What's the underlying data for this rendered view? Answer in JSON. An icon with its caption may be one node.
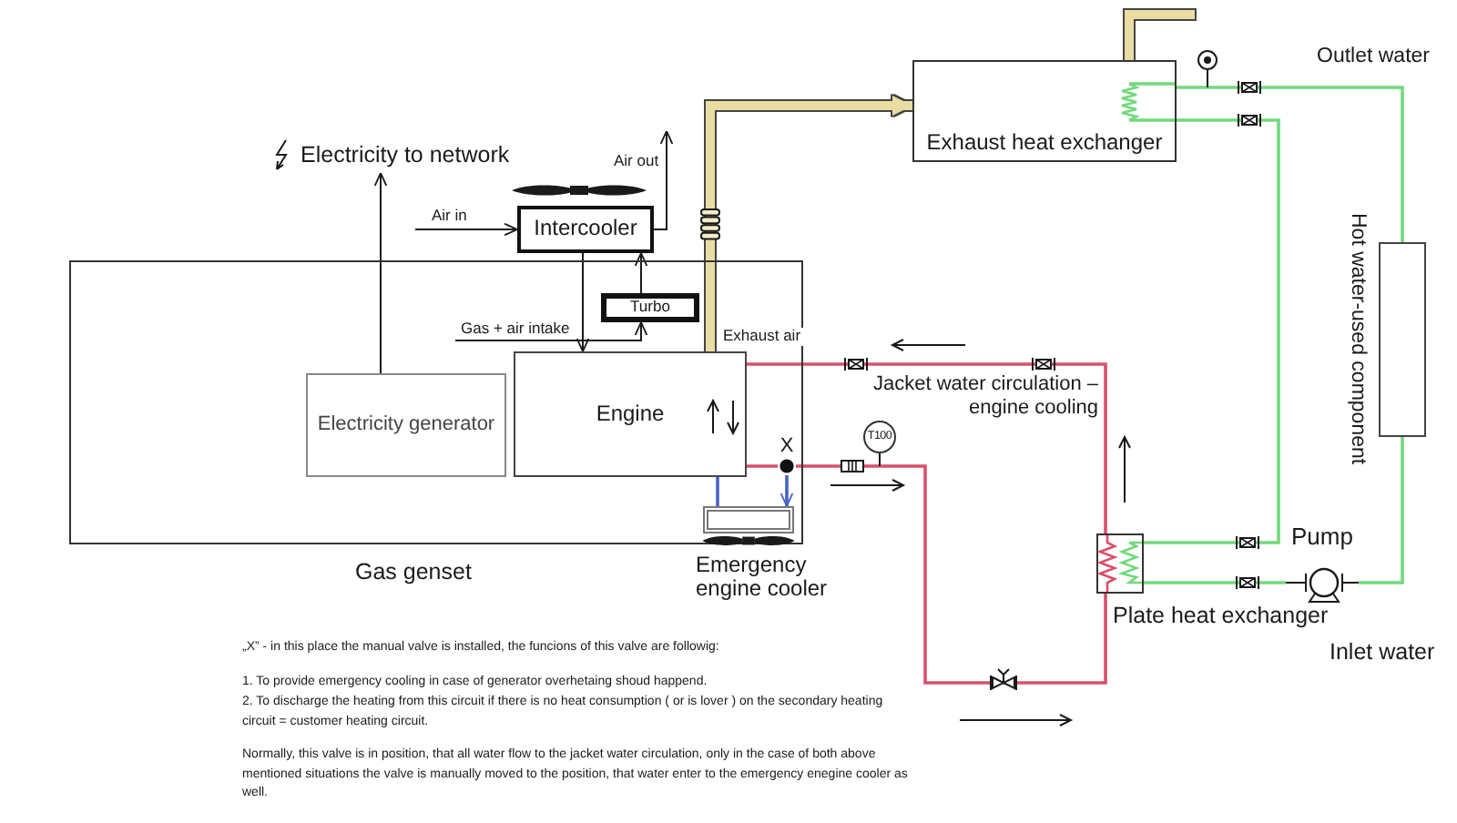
{
  "diagram": {
    "nodes": [
      {
        "text": [
          "Exhaust heat exchanger"
        ]
      },
      {
        "text": [
          "Electricity to network"
        ]
      },
      {
        "text": [
          "Intercooler"
        ]
      },
      {
        "text": [
          "Gas genset"
        ]
      },
      {
        "text": [
          "Turbo"
        ],
        "in": 3
      },
      {
        "text": [
          "Electricity generator"
        ],
        "in": 3
      },
      {
        "text": [
          "Engine"
        ],
        "in": 3
      },
      {
        "text": [
          "X"
        ],
        "in": 3
      },
      {
        "text": [
          "T100"
        ]
      },
      {
        "text": [
          "Emergency engine cooler"
        ],
        "in": 3
      },
      {
        "text": [
          "Hot water-used component"
        ]
      },
      {
        "text": [
          "Pump"
        ]
      },
      {
        "text": [
          "Plate heat exchanger"
        ]
      }
    ],
    "edges": [
      {
        "from": 5,
        "to": 1,
        "arrow": "to"
      },
      {
        "from": null,
        "to": 2,
        "arrow": "to",
        "label": "Air in"
      },
      {
        "from": 2,
        "to": null,
        "arrow": "to",
        "label": "Air out"
      },
      {
        "from": null,
        "to": 4,
        "arrow": "to",
        "label": "Gas + air intake"
      },
      {
        "from": 4,
        "to": 2,
        "arrow": "to"
      },
      {
        "from": 2,
        "to": 6,
        "arrow": "to"
      },
      {
        "from": 6,
        "to": 0,
        "arrow": "to",
        "label": "Exhaust air",
        "style": "thick",
        "color": "#e9dda3"
      },
      {
        "from": 0,
        "to": null,
        "arrow": "none",
        "style": "thick",
        "color": "#e9dda3"
      },
      {
        "from": 6,
        "to": 7,
        "arrow": "none",
        "color": "#d9506b"
      },
      {
        "from": 7,
        "to": 12,
        "arrow": "none",
        "color": "#d9506b"
      },
      {
        "from": 12,
        "to": 6,
        "arrow": "none",
        "label": "Jacket water circulation – engine cooling",
        "color": "#d9506b"
      },
      {
        "from": 7,
        "to": 9,
        "arrow": "to",
        "color": "#4762c4"
      },
      {
        "from": 9,
        "to": 6,
        "arrow": "none",
        "color": "#4762c4"
      },
      {
        "from": 0,
        "to": 12,
        "arrow": "none",
        "color": "#72d97d"
      },
      {
        "from": 12,
        "to": 11,
        "arrow": "none",
        "color": "#72d97d"
      },
      {
        "from": 11,
        "to": 10,
        "arrow": "none",
        "color": "#72d97d"
      },
      {
        "from": 10,
        "to": 0,
        "arrow": "none",
        "color": "#72d97d"
      }
    ],
    "labels": [
      "Outlet water",
      "Inlet water",
      "„X” - in this place the manual valve is installed, the funcions of this valve are followig:",
      "1. To provide emergency cooling in case of generator overhetaing shoud happend.",
      "2. To discharge the heating from this circuit if there is no heat consumption ( or is lover ) on the secondary heating circuit = customer heating circuit.",
      "Normally, this valve is in position, that all water flow to the jacket water circulation, only in the case of both above mentioned situations the valve is manually moved to the position, that water enter to the emergency enegine cooler as well."
    ]
  }
}
